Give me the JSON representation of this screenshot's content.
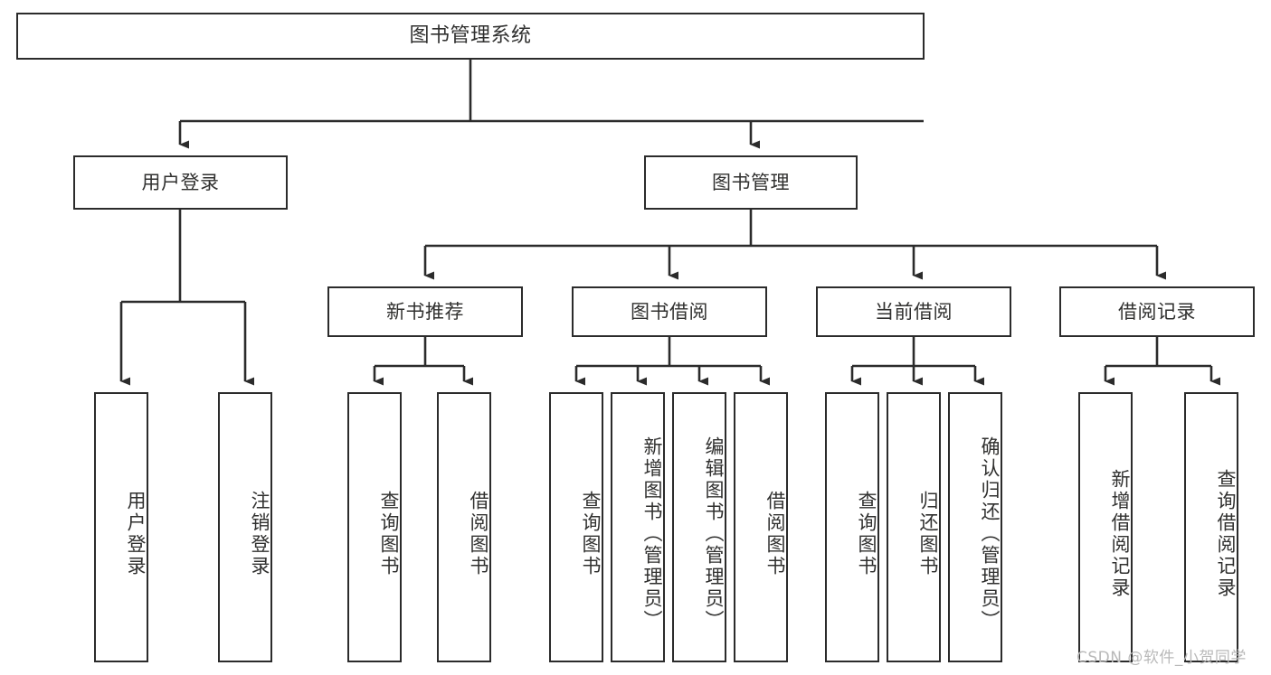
{
  "diagram": {
    "type": "tree-hierarchy",
    "title": "图书管理系统",
    "orientation": "top-down",
    "watermark": "CSDN @软件_小贺同学",
    "colors": {
      "background": "#ffffff",
      "box_border": "#2b2b2b",
      "box_fill": "#ffffff",
      "text": "#30302f",
      "edge": "#2b2b2b",
      "watermark": "#b9b9b9"
    },
    "nodes": {
      "root": {
        "label": "图书管理系统"
      },
      "level2": [
        {
          "id": "user-login",
          "label": "用户登录"
        },
        {
          "id": "book-manage",
          "label": "图书管理"
        }
      ],
      "level3": [
        {
          "id": "new-book-recommend",
          "label": "新书推荐"
        },
        {
          "id": "book-borrow",
          "label": "图书借阅"
        },
        {
          "id": "current-borrow",
          "label": "当前借阅"
        },
        {
          "id": "borrow-record",
          "label": "借阅记录"
        }
      ],
      "leaves": {
        "user-login": [
          {
            "id": "leaf-user-login",
            "label": "用户登录"
          },
          {
            "id": "leaf-logout-login",
            "label": "注销登录"
          }
        ],
        "new-book-recommend": [
          {
            "id": "leaf-query-book-1",
            "label": "查询图书"
          },
          {
            "id": "leaf-borrow-book-1",
            "label": "借阅图书"
          }
        ],
        "book-borrow": [
          {
            "id": "leaf-query-book-2",
            "label": "查询图书"
          },
          {
            "id": "leaf-add-book",
            "label": "新增图书（管理员）"
          },
          {
            "id": "leaf-edit-book",
            "label": "编辑图书（管理员）"
          },
          {
            "id": "leaf-borrow-book-2",
            "label": "借阅图书"
          }
        ],
        "current-borrow": [
          {
            "id": "leaf-query-book-3",
            "label": "查询图书"
          },
          {
            "id": "leaf-return-book",
            "label": "归还图书"
          },
          {
            "id": "leaf-confirm-return",
            "label": "确认归还（管理员）"
          }
        ],
        "borrow-record": [
          {
            "id": "leaf-add-record",
            "label": "新增借阅记录"
          },
          {
            "id": "leaf-query-record",
            "label": "查询借阅记录"
          }
        ]
      }
    }
  }
}
